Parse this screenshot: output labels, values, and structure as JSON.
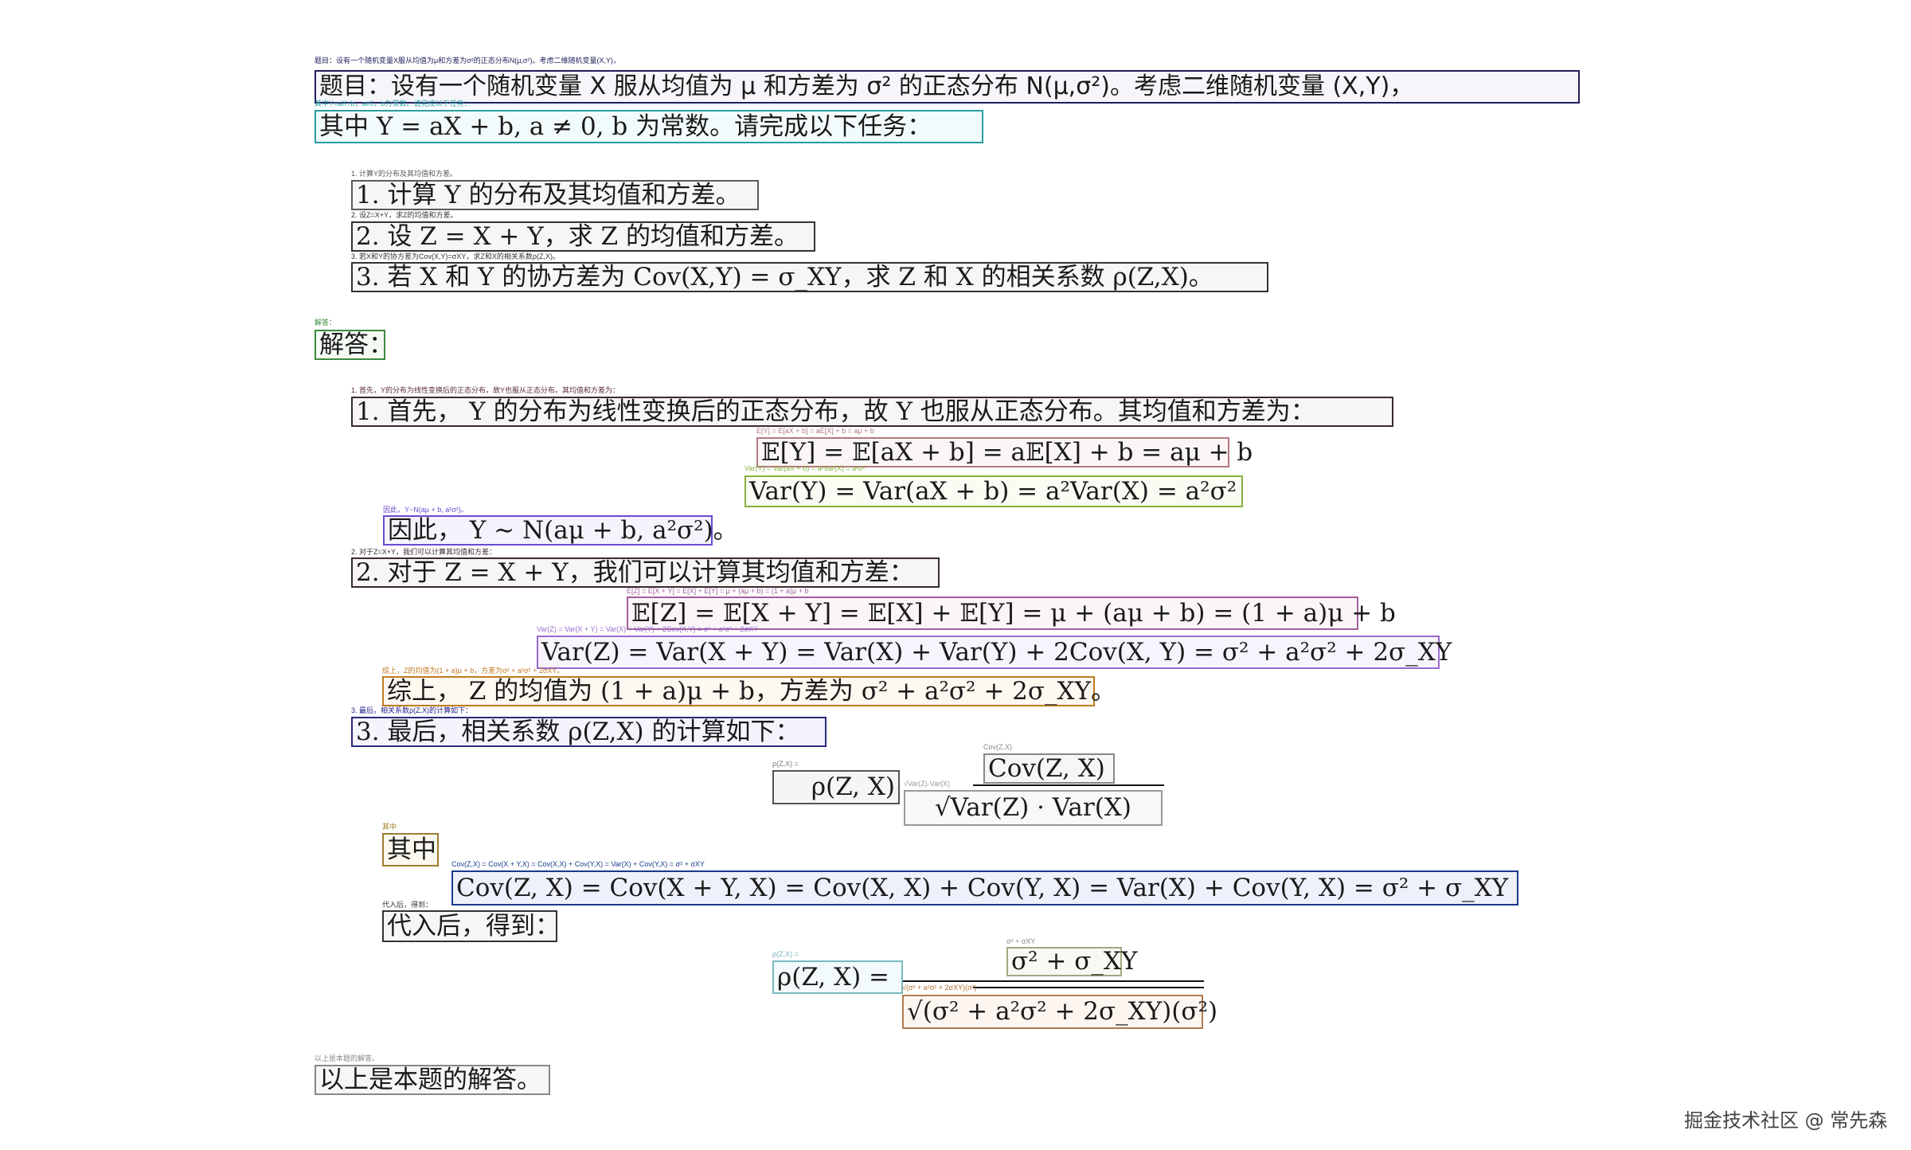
{
  "colors": {
    "navy": "#1f1f5a",
    "teal": "#2a9da0",
    "gray": "#5a5a5a",
    "green": "#3d8a3d",
    "rose": "#b07a80",
    "lime": "#86b03a",
    "purple": "#6a4bd0",
    "mauve": "#a0609a",
    "violet": "#9a6ad0",
    "orange": "#c07a20",
    "blue": "#1a3a8a"
  },
  "blocks": {
    "title": {
      "label": "题目：设有一个随机变量X服从均值为μ和方差为σ²的正态分布N(μ,σ²)。考虑二维随机变量(X,Y)，",
      "text": "题目：设有一个随机变量 X 服从均值为 μ 和方差为 σ² 的正态分布 N(μ,σ²)。考虑二维随机变量 (X,Y)，"
    },
    "where": {
      "label": "其中Y=aX+b，a≠0，b为常数。请完成以下任务：",
      "text": "其中 Y = aX + b,   a ≠ 0,   b 为常数。请完成以下任务："
    },
    "task1": {
      "label": "1. 计算Y的分布及其均值和方差。",
      "text": "1. 计算 Y 的分布及其均值和方差。"
    },
    "task2": {
      "label": "2. 设Z=X+Y，求Z的均值和方差。",
      "text": "2. 设 Z = X + Y，求 Z 的均值和方差。"
    },
    "task3": {
      "label": "3. 若X和Y的协方差为Cov(X,Y)=σXY，求Z和X的相关系数ρ(Z,X)。",
      "text": "3. 若 X 和 Y 的协方差为 Cov(X,Y) = σ_XY，求 Z 和 X 的相关系数 ρ(Z,X)。"
    },
    "answer": {
      "label": "解答：",
      "text": "解答："
    },
    "ans1": {
      "label": "1. 首先，Y的分布为线性变换后的正态分布，故Y也服从正态分布。其均值和方差为：",
      "text": "1. 首先，  Y 的分布为线性变换后的正态分布，故 Y 也服从正态分布。其均值和方差为："
    },
    "ey": {
      "label": "E[Y] = E[aX + b] = aE[X] + b = aμ + b",
      "text": "𝔼[Y] = 𝔼[aX + b] = a𝔼[X] + b = aμ + b"
    },
    "vary": {
      "label": "Var(Y) = Var(aX + b) = a²Var(X) = a²σ²",
      "text": "Var(Y) = Var(aX + b) = a²Var(X) = a²σ²"
    },
    "thus": {
      "label": "因此，Y~N(aμ + b, a²σ²)。",
      "text": "因此，  Y ∼ N(aμ + b, a²σ²)。"
    },
    "ans2": {
      "label": "2. 对于Z=X+Y，我们可以计算其均值和方差：",
      "text": "2. 对于 Z = X + Y，我们可以计算其均值和方差："
    },
    "ez": {
      "label": "E[Z] = E[X + Y] = E[X] + E[Y] = μ + (aμ + b) = (1 + a)μ + b",
      "text": "𝔼[Z] = 𝔼[X + Y] = 𝔼[X] + 𝔼[Y] = μ + (aμ + b) = (1 + a)μ + b"
    },
    "varz": {
      "label": "Var(Z) = Var(X + Y) = Var(X) + Var(Y) + 2Cov(X,Y) = σ² + a²σ² + 2σXY",
      "text": "Var(Z) = Var(X + Y) = Var(X) + Var(Y) + 2Cov(X, Y) = σ² + a²σ² + 2σ_XY"
    },
    "summary": {
      "label": "综上，Z的均值为(1 + a)μ + b，方差为σ² + a²σ² + 2σXY。",
      "text": "综上，  Z 的均值为 (1 + a)μ + b，方差为 σ² + a²σ² + 2σ_XY。"
    },
    "ans3": {
      "label": "3. 最后，相关系数ρ(Z,X)的计算如下：",
      "text": "3. 最后，相关系数 ρ(Z,X) 的计算如下："
    },
    "rho1": {
      "label": "ρ(Z,X) =",
      "text": "ρ(Z, X)"
    },
    "rho1num": {
      "label": "Cov(Z,X)",
      "text": "Cov(Z, X)"
    },
    "rho1den": {
      "label": "√Var(Z)·Var(X)",
      "text": "√Var(Z) · Var(X)"
    },
    "wherein": {
      "label": "其中",
      "text": "其中"
    },
    "covzx": {
      "label": "Cov(Z,X) = Cov(X + Y,X) = Cov(X,X) + Cov(Y,X) = Var(X) + Cov(Y,X) = σ² + σXY",
      "text": "Cov(Z, X) = Cov(X + Y, X) = Cov(X, X) + Cov(Y, X) = Var(X) + Cov(Y, X) = σ² + σ_XY"
    },
    "subst": {
      "label": "代入后，得到：",
      "text": "代入后，得到："
    },
    "rho2": {
      "label": "ρ(Z,X) =",
      "text": "ρ(Z, X) ="
    },
    "rho2num": {
      "label": "σ² + σXY",
      "text": "σ² + σ_XY"
    },
    "rho2den": {
      "label": "√(σ² + a²σ² + 2σXY)(σ²)",
      "text": "√(σ² + a²σ² + 2σ_XY)(σ²)"
    },
    "end": {
      "label": "以上是本题的解答。",
      "text": "以上是本题的解答。"
    }
  },
  "watermark": "掘金技术社区 @ 常先森"
}
